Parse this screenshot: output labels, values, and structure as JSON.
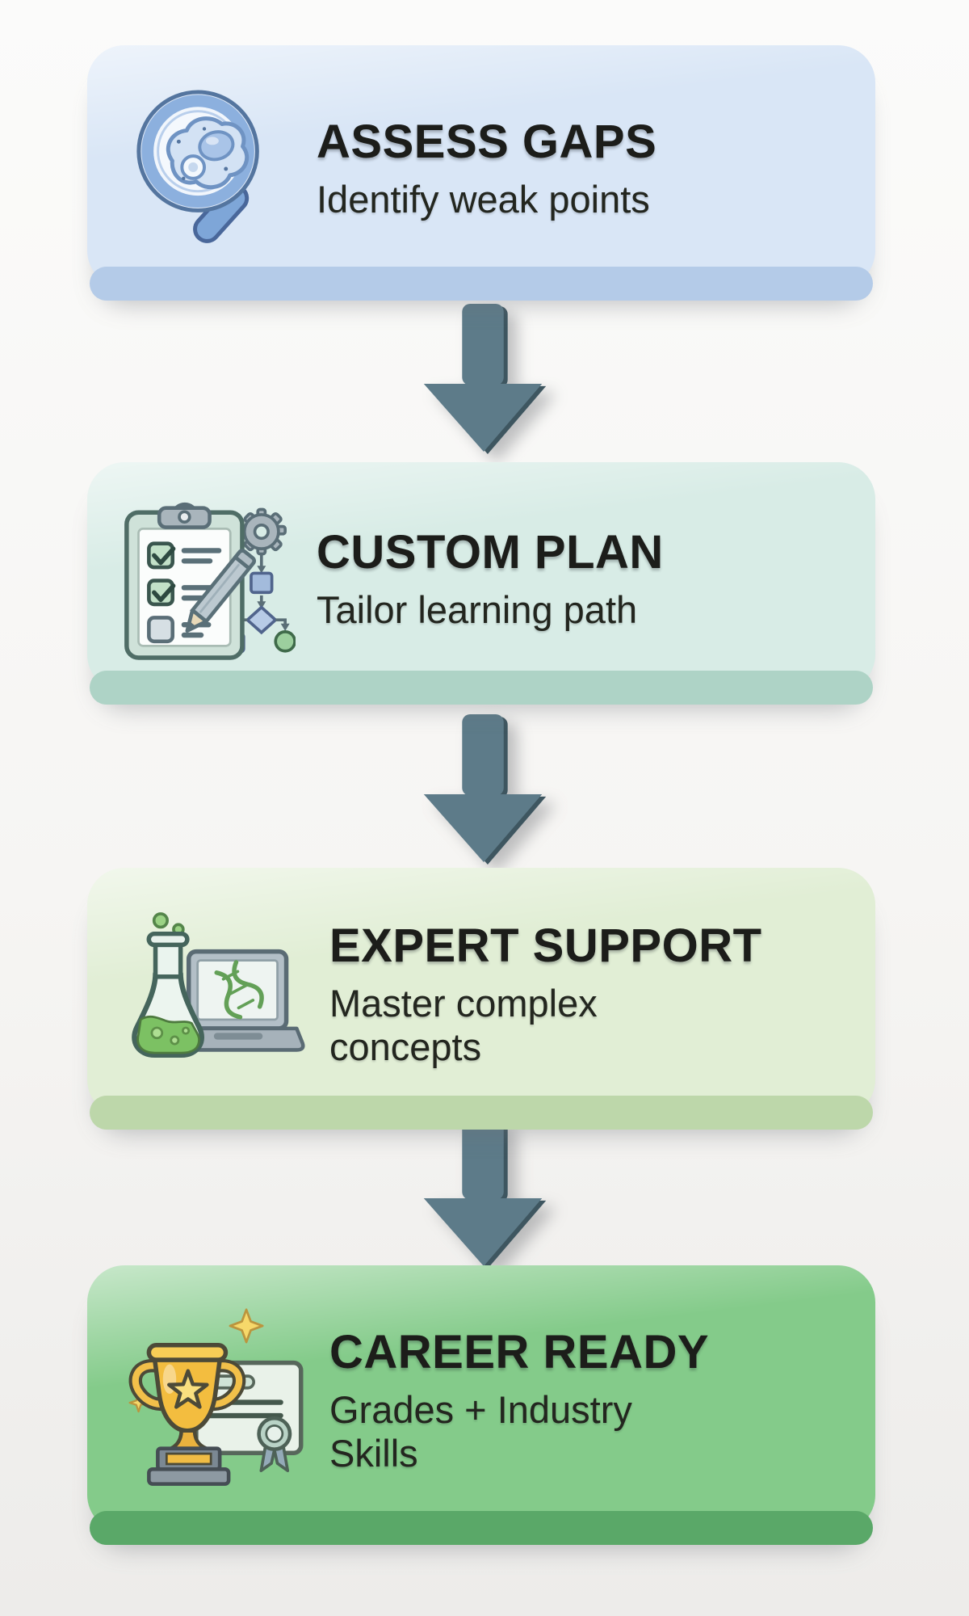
{
  "infographic": {
    "background_top": "#fbfbfa",
    "background_bottom": "#edecea",
    "title_color": "#1c1d1a",
    "subtitle_color": "#23261f"
  },
  "arrow": {
    "icon": "down-arrow-icon",
    "light": "#5d7b89",
    "dark": "#3e5660"
  },
  "steps": [
    {
      "title": "ASSESS GAPS",
      "subtitle_lines": [
        "Identify weak points"
      ],
      "icon": "magnifier-cells-icon",
      "box_color": "#d9e6f6",
      "edge_color": "#b4cbe8"
    },
    {
      "title": "CUSTOM PLAN",
      "subtitle_lines": [
        "Tailor learning path"
      ],
      "icon": "clipboard-checklist-icon",
      "box_color": "#d8ece6",
      "edge_color": "#aed3c6"
    },
    {
      "title": "EXPERT SUPPORT",
      "subtitle_lines": [
        "Master complex",
        "concepts"
      ],
      "icon": "flask-laptop-dna-icon",
      "box_color": "#e1eed5",
      "edge_color": "#bdd7aa"
    },
    {
      "title": "CAREER READY",
      "subtitle_lines": [
        "Grades + Industry",
        "Skills"
      ],
      "icon": "trophy-certificate-icon",
      "box_color": "#84cb8a",
      "edge_color": "#5aa868"
    }
  ]
}
